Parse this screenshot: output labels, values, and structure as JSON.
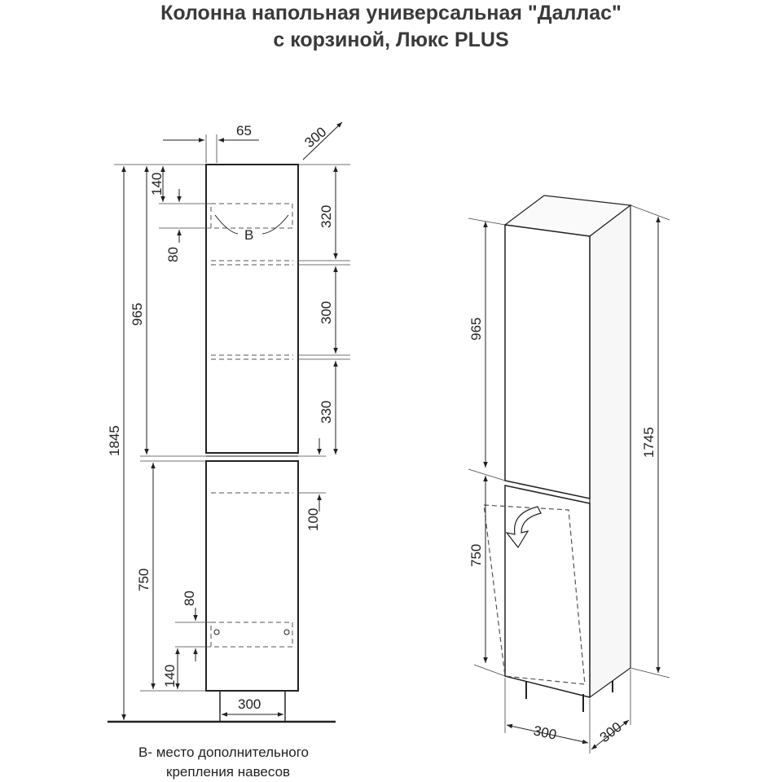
{
  "title": {
    "line1": "Колонна напольная универсальная \"Даллас\"",
    "line2": "с корзиной, Люкс PLUS"
  },
  "front_view": {
    "dim_top_width": "65",
    "dim_depth_diag": "300",
    "dim_total_height": "1845",
    "dim_upper_door": "965",
    "dim_lower_door": "750",
    "dim_top_offset": "140",
    "dim_hinge_gap_top": "80",
    "dim_shelf1": "320",
    "dim_shelf2": "300",
    "dim_shelf3": "330",
    "dim_lower_shelf": "100",
    "dim_hinge_gap_bottom": "80",
    "dim_bottom_offset": "140",
    "dim_plinth_width": "300",
    "hinge_marker": "B"
  },
  "iso_view": {
    "dim_upper_door": "965",
    "dim_lower_door": "750",
    "dim_body_height": "1745",
    "dim_width": "300",
    "dim_depth": "300"
  },
  "note": {
    "line1": "В- место дополнительного",
    "line2": "крепления навесов"
  }
}
